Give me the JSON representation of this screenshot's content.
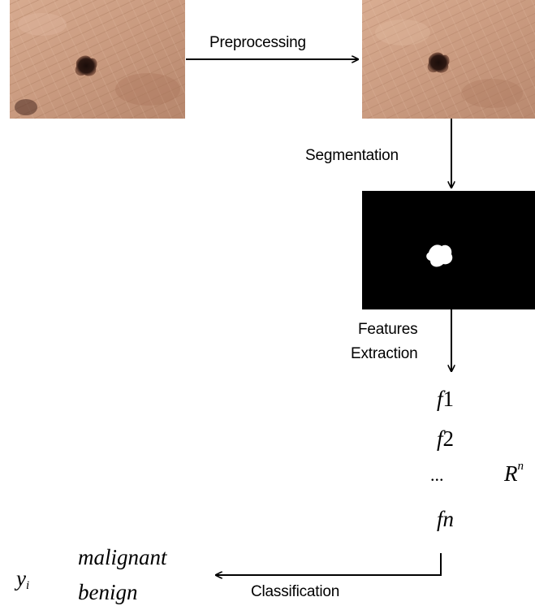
{
  "steps": {
    "preprocessing": "Preprocessing",
    "segmentation": "Segmentation",
    "features_extraction_line1": "Features",
    "features_extraction_line2": "Extraction",
    "classification": "Classification"
  },
  "features": {
    "f1_var": "f",
    "f1_idx": "1",
    "f2_var": "f",
    "f2_idx": "2",
    "ellipsis": "...",
    "fn": "fn",
    "space_base": "R",
    "space_exp": "n"
  },
  "outputs": {
    "label_base": "y",
    "label_sub": "i",
    "class_malignant": "malignant",
    "class_benign": "benign"
  },
  "colors": {
    "skin_base": "#c9997e",
    "skin_light": "#dcb298",
    "skin_dark": "#9e6e55",
    "lesion": "#2a1712",
    "mask_bg": "#000000",
    "mask_fg": "#ffffff",
    "arrow": "#000000"
  }
}
